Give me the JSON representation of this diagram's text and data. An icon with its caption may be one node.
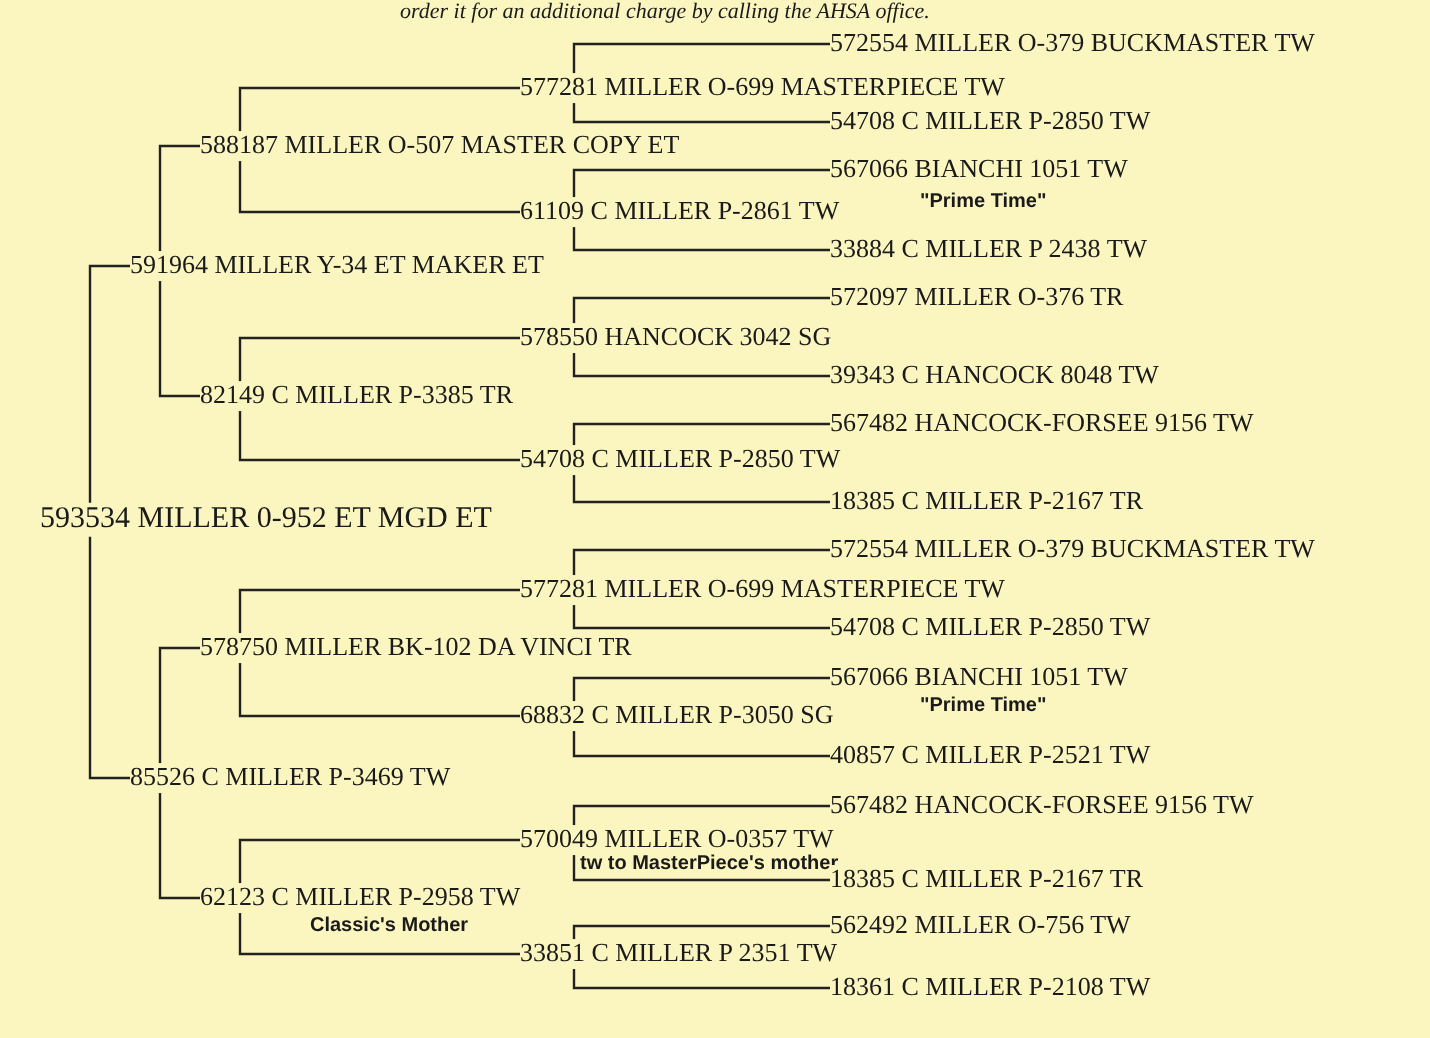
{
  "diagram": {
    "nodes": [
      {
        "text": [
          "593534 MILLER 0-952 ET MGD ET"
        ]
      },
      {
        "text": [
          "591964 MILLER Y-34 ET MAKER ET"
        ]
      },
      {
        "text": [
          "588187 MILLER O-507 MASTER COPY ET"
        ]
      },
      {
        "text": [
          "577281 MILLER O-699 MASTERPIECE TW"
        ]
      },
      {
        "text": [
          "572554 MILLER O-379 BUCKMASTER TW"
        ]
      },
      {
        "text": [
          "54708 C MILLER P-2850 TW"
        ]
      },
      {
        "text": [
          "61109 C MILLER P-2861 TW"
        ]
      },
      {
        "text": [
          "567066 BIANCHI 1051 TW"
        ],
        "beside": [
          "\"Prime Time\""
        ]
      },
      {
        "text": [
          "33884 C MILLER P 2438 TW"
        ]
      },
      {
        "text": [
          "82149 C MILLER P-3385 TR"
        ]
      },
      {
        "text": [
          "578550 HANCOCK 3042 SG"
        ]
      },
      {
        "text": [
          "572097 MILLER O-376 TR"
        ]
      },
      {
        "text": [
          "39343 C HANCOCK 8048 TW"
        ]
      },
      {
        "text": [
          "54708 C MILLER P-2850 TW"
        ]
      },
      {
        "text": [
          "567482 HANCOCK-FORSEE 9156 TW"
        ]
      },
      {
        "text": [
          "18385 C MILLER P-2167 TR"
        ]
      },
      {
        "text": [
          "85526 C MILLER P-3469 TW"
        ]
      },
      {
        "text": [
          "578750 MILLER BK-102 DA VINCI TR"
        ]
      },
      {
        "text": [
          "577281 MILLER O-699 MASTERPIECE TW"
        ]
      },
      {
        "text": [
          "572554 MILLER O-379 BUCKMASTER TW"
        ]
      },
      {
        "text": [
          "54708 C MILLER P-2850 TW"
        ]
      },
      {
        "text": [
          "68832 C MILLER P-3050 SG"
        ]
      },
      {
        "text": [
          "567066 BIANCHI 1051 TW"
        ],
        "beside": [
          "\"Prime Time\""
        ]
      },
      {
        "text": [
          "40857 C MILLER P-2521 TW"
        ]
      },
      {
        "text": [
          "62123 C MILLER P-2958 TW"
        ],
        "beside": [
          "Classic's Mother"
        ]
      },
      {
        "text": [
          "570049 MILLER O-0357 TW"
        ],
        "beside": [
          "tw to MasterPiece's mother"
        ]
      },
      {
        "text": [
          "567482 HANCOCK-FORSEE 9156 TW"
        ]
      },
      {
        "text": [
          "18385 C MILLER P-2167 TR"
        ]
      },
      {
        "text": [
          "33851 C MILLER P 2351 TW"
        ]
      },
      {
        "text": [
          "562492 MILLER O-756 TW"
        ]
      },
      {
        "text": [
          "18361 C MILLER P-2108 TW"
        ]
      }
    ],
    "edges": [
      {
        "from": 0,
        "to": 1,
        "arrow": "none"
      },
      {
        "from": 0,
        "to": 16,
        "arrow": "none"
      },
      {
        "from": 1,
        "to": 2,
        "arrow": "none"
      },
      {
        "from": 1,
        "to": 9,
        "arrow": "none"
      },
      {
        "from": 2,
        "to": 3,
        "arrow": "none"
      },
      {
        "from": 2,
        "to": 6,
        "arrow": "none"
      },
      {
        "from": 3,
        "to": 4,
        "arrow": "none"
      },
      {
        "from": 3,
        "to": 5,
        "arrow": "none"
      },
      {
        "from": 6,
        "to": 7,
        "arrow": "none"
      },
      {
        "from": 6,
        "to": 8,
        "arrow": "none"
      },
      {
        "from": 9,
        "to": 10,
        "arrow": "none"
      },
      {
        "from": 9,
        "to": 13,
        "arrow": "none"
      },
      {
        "from": 10,
        "to": 11,
        "arrow": "none"
      },
      {
        "from": 10,
        "to": 12,
        "arrow": "none"
      },
      {
        "from": 13,
        "to": 14,
        "arrow": "none"
      },
      {
        "from": 13,
        "to": 15,
        "arrow": "none"
      },
      {
        "from": 16,
        "to": 17,
        "arrow": "none"
      },
      {
        "from": 16,
        "to": 24,
        "arrow": "none"
      },
      {
        "from": 17,
        "to": 18,
        "arrow": "none"
      },
      {
        "from": 17,
        "to": 21,
        "arrow": "none"
      },
      {
        "from": 18,
        "to": 19,
        "arrow": "none"
      },
      {
        "from": 18,
        "to": 20,
        "arrow": "none"
      },
      {
        "from": 21,
        "to": 22,
        "arrow": "none"
      },
      {
        "from": 21,
        "to": 23,
        "arrow": "none"
      },
      {
        "from": 24,
        "to": 25,
        "arrow": "none"
      },
      {
        "from": 24,
        "to": 28,
        "arrow": "none"
      },
      {
        "from": 25,
        "to": 26,
        "arrow": "none"
      },
      {
        "from": 25,
        "to": 27,
        "arrow": "none"
      },
      {
        "from": 28,
        "to": 29,
        "arrow": "none"
      },
      {
        "from": 28,
        "to": 30,
        "arrow": "none"
      }
    ],
    "labels": [
      "order it for an additional charge by calling the AHSA office."
    ]
  }
}
